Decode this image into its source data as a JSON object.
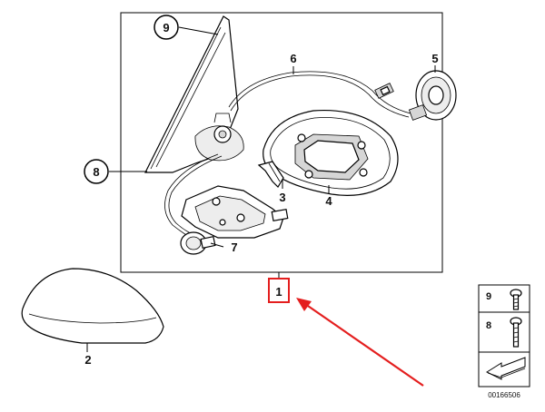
{
  "callouts": {
    "c1": "1",
    "c2": "2",
    "c3": "3",
    "c4": "4",
    "c5": "5",
    "c6": "6",
    "c7": "7",
    "c8": "8",
    "c9": "9"
  },
  "legend": {
    "item9": "9",
    "item8": "8"
  },
  "diagram_code": "00166506",
  "colors": {
    "highlight": "#e41e1e",
    "arrow": "#e41e1e",
    "line": "#000000",
    "shade": "#d6d6d6"
  }
}
